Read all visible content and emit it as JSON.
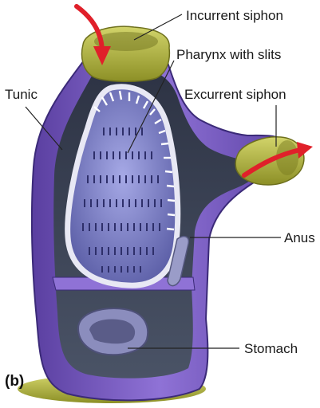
{
  "panel_label": "(b)",
  "labels": {
    "incurrent_siphon": "Incurrent siphon",
    "pharynx": "Pharynx with slits",
    "tunic": "Tunic",
    "excurrent_siphon": "Excurrent siphon",
    "anus": "Anus",
    "stomach": "Stomach"
  },
  "colors": {
    "tunic": "#7a5cc0",
    "tunic_light": "#b59ae6",
    "siphon": "#a9ad3a",
    "body_cavity": "#3e4556",
    "pharynx": "#7c80c8",
    "water_flow_arrow": "#e0202a"
  },
  "icons": {
    "incurrent_arrow": "red-curved-arrow-icon",
    "excurrent_arrow": "red-curved-arrow-icon"
  }
}
